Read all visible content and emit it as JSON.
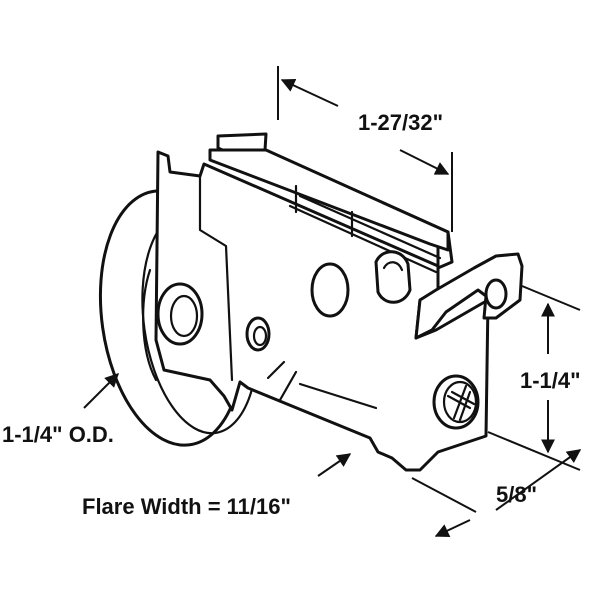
{
  "figure": {
    "subject": "sliding door roller assembly",
    "dimensions": {
      "length": "1-27/32\"",
      "height": "1-1/4\"",
      "width": "5/8\"",
      "wheel_od": "1-1/4\" O.D.",
      "flare_width": "Flare Width = 11/16\""
    }
  },
  "colors": {
    "line": "#111111",
    "background": "#ffffff"
  }
}
